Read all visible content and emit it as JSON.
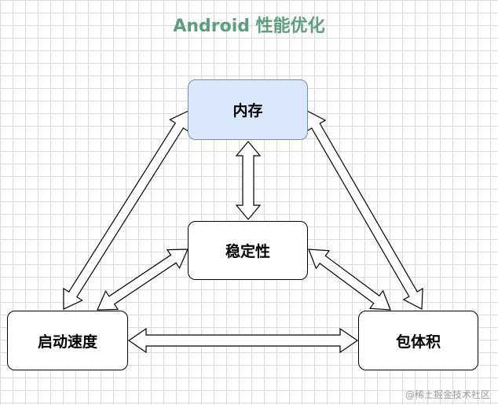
{
  "title": "Android 性能优化",
  "colors": {
    "title": "#5e9e7e",
    "memory_fill": "#dae8fc",
    "memory_border": "#6c8ebf",
    "node_border": "#000000",
    "arrow_stroke": "#000000",
    "arrow_fill": "#ffffff"
  },
  "nodes": {
    "memory": "内存",
    "stability": "稳定性",
    "startup": "启动速度",
    "size": "包体积"
  },
  "watermark": "@稀土掘金技术社区"
}
